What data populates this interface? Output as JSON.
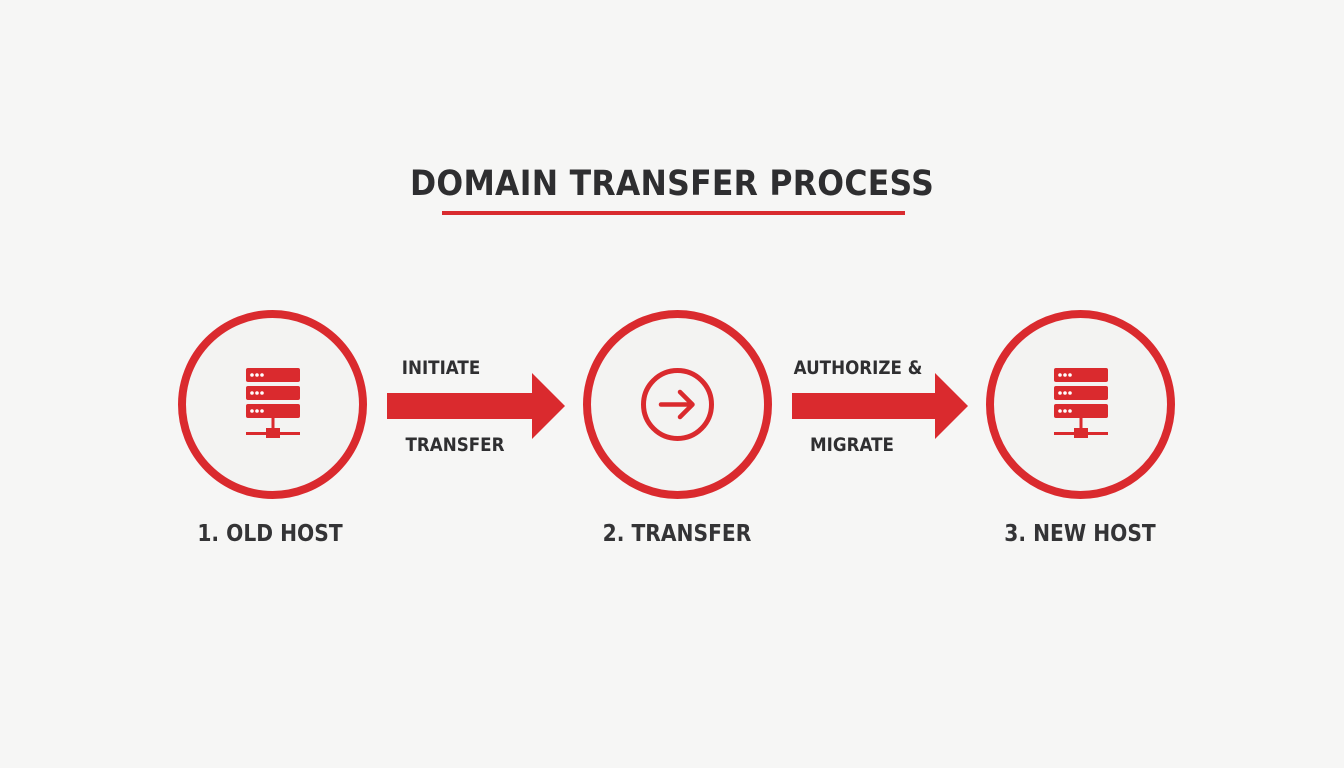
{
  "title": "DOMAIN TRANSFER PROCESS",
  "colors": {
    "accent": "#da2a2e",
    "text": "#2e2e30",
    "background": "#f6f6f5"
  },
  "steps": [
    {
      "label": "1. OLD HOST",
      "icon": "server-icon"
    },
    {
      "label": "2. TRANSFER",
      "icon": "arrow-circle-icon"
    },
    {
      "label": "3. NEW HOST",
      "icon": "server-icon"
    }
  ],
  "arrows": [
    {
      "label_top": "INITIATE",
      "label_bottom": "TRANSFER"
    },
    {
      "label_top": "AUTHORIZE &",
      "label_bottom": "MIGRATE"
    }
  ]
}
